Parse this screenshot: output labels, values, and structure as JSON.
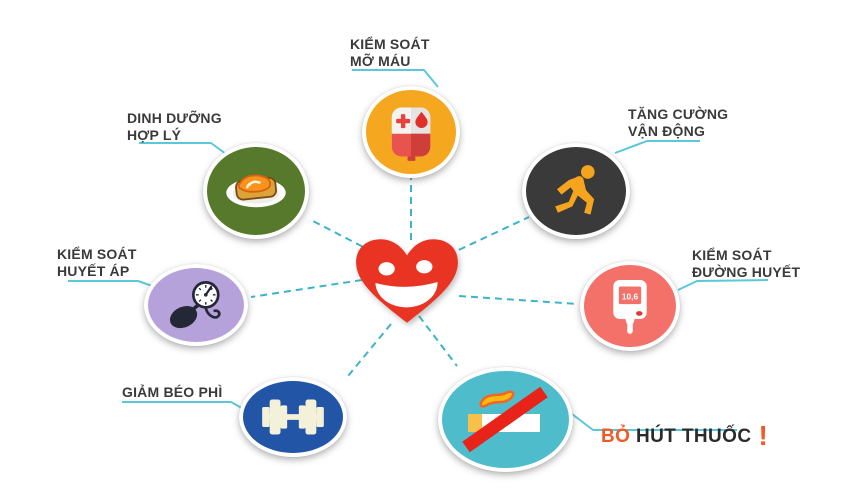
{
  "diagram": {
    "description_center": "smiling heart",
    "center": {
      "icon": "smiling-heart-icon",
      "heart_color": "#E93423"
    },
    "nodes": [
      {
        "id": "kiem-soat-mo-mau",
        "label": "KIỂM SOÁT\nMỠ MÁU",
        "circle_color": "#F5A71F",
        "icon": "blood-bag-icon"
      },
      {
        "id": "tang-cuong-van-dong",
        "label": "TĂNG CƯỜNG\nVẬN ĐỘNG",
        "circle_color": "#3B3A3B",
        "icon": "running-person-icon"
      },
      {
        "id": "kiem-soat-duong-huyet",
        "label": "KIỂM SOÁT\nĐƯỜNG HUYẾT",
        "circle_color": "#F4716A",
        "icon": "glucose-meter-icon",
        "meter_reading": "10,6"
      },
      {
        "id": "bo-hut-thuoc",
        "label_accent": "BỎ",
        "label_main": " HÚT THUỐC",
        "label_mark": "!",
        "circle_color": "#4EBCCB",
        "icon": "no-smoking-icon"
      },
      {
        "id": "giam-beo-phi",
        "label": "GIẢM BÉO PHÌ",
        "circle_color": "#2355A7",
        "icon": "dumbbell-icon"
      },
      {
        "id": "kiem-soat-huyet-ap",
        "label": "KIỂM SOÁT\nHUYẾT ÁP",
        "circle_color": "#B6A2DA",
        "icon": "blood-pressure-gauge-icon"
      },
      {
        "id": "dinh-duong-hop-ly",
        "label": "DINH DƯỠNG\nHỢP LÝ",
        "circle_color": "#56792C",
        "icon": "food-plate-icon"
      }
    ],
    "colors": {
      "dashed_line": "#3CB4C7",
      "connector_line": "#5BC8DA",
      "label_text": "#3A3A3A",
      "accent_orange": "#F15A24",
      "heart_red": "#E93423",
      "prohibition_red": "#E8231A"
    }
  }
}
